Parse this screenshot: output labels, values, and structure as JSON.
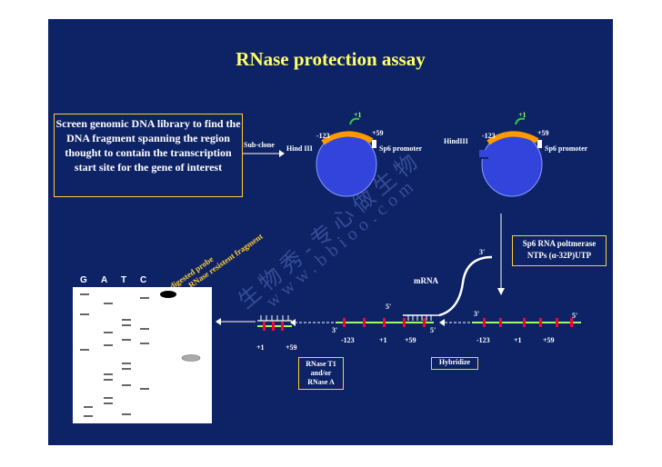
{
  "title": "RNase protection assay",
  "screen_box": "Screen genomic DNA library to find the DNA fragment spanning the region thought to contain the transcription start site for the gene of interest",
  "subclone": "Sub-clone",
  "hind_left": "Hind III",
  "hind_right": "HindIII",
  "sp6_promoter": "Sp6 promoter",
  "plus1": "+1",
  "minus123": "-123",
  "plus59": "+59",
  "sp6_box_line1": "Sp6 RNA poltmerase",
  "sp6_box_line2": "NTPs (α-32P)UTP",
  "mrna": "mRNA",
  "three_prime": "3'",
  "five_prime": "5'",
  "hybridize": "Hybridize",
  "rnase_box": [
    "RNase T1",
    "and/or",
    "RNase A"
  ],
  "gel_lanes": [
    "G",
    "A",
    "T",
    "C"
  ],
  "undigested_probe": "Undigested probe",
  "rnase_resistant": "RNase resistent fragment",
  "watermark_cn": "生物秀-专心做生物",
  "watermark_url": "www.bbioo.com",
  "colors": {
    "slide_bg": "#0d2366",
    "title": "#ffff66",
    "box_border": "#ffcc33",
    "plasmid": "#3344dd",
    "promoter_arc": "#ff9900",
    "strand_green": "#99ff66",
    "mark_red": "#ff0033",
    "arrow_green": "#33cc33"
  }
}
